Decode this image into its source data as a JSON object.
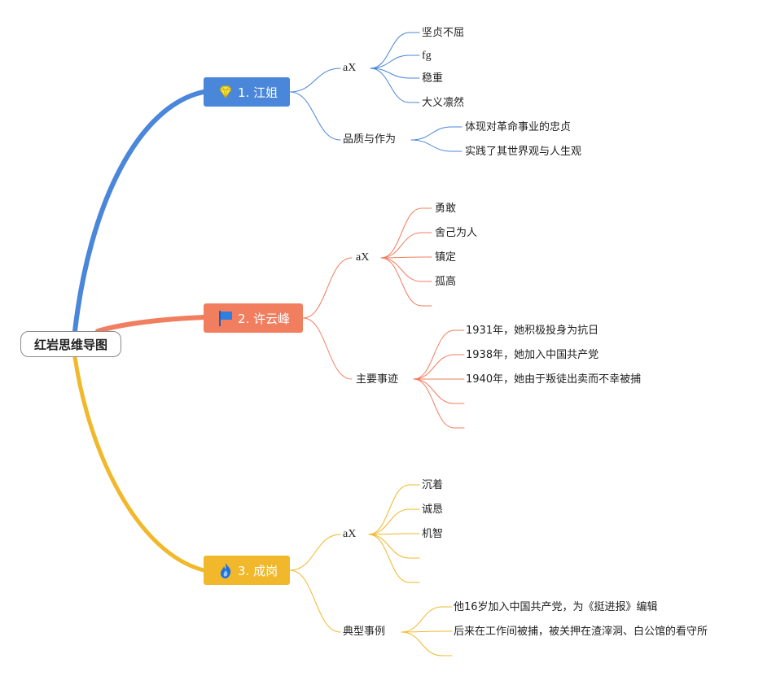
{
  "root": {
    "label": "红岩思维导图"
  },
  "branches": [
    {
      "label": "1. 江姐",
      "icon": "diamond-icon",
      "color": "#4a86d9",
      "groups": [
        {
          "label": "aX",
          "items": [
            "坚贞不屈",
            "fg",
            "稳重",
            "大义凛然"
          ]
        },
        {
          "label": "品质与作为",
          "items": [
            "体现对革命事业的忠贞",
            "实践了其世界观与人生观"
          ]
        }
      ]
    },
    {
      "label": "2. 许云峰",
      "icon": "flag-icon",
      "color": "#f07e5f",
      "groups": [
        {
          "label": "aX",
          "items": [
            "勇敢",
            "舍己为人",
            "镇定",
            "孤高",
            ""
          ]
        },
        {
          "label": "主要事迹",
          "items": [
            "1931年，她积极投身为抗日",
            "1938年，她加入中国共产党",
            "1940年，她由于叛徒出卖而不幸被捕",
            "",
            ""
          ]
        }
      ]
    },
    {
      "label": "3. 成岗",
      "icon": "fire-icon",
      "color": "#f0b82a",
      "groups": [
        {
          "label": "aX",
          "items": [
            "沉着",
            "诚恳",
            "机智",
            "",
            ""
          ]
        },
        {
          "label": "典型事例",
          "items": [
            "他16岁加入中国共产党，为《挺进报》编辑",
            "后来在工作间被捕，被关押在渣滓洞、白公馆的看守所",
            ""
          ]
        }
      ]
    }
  ]
}
